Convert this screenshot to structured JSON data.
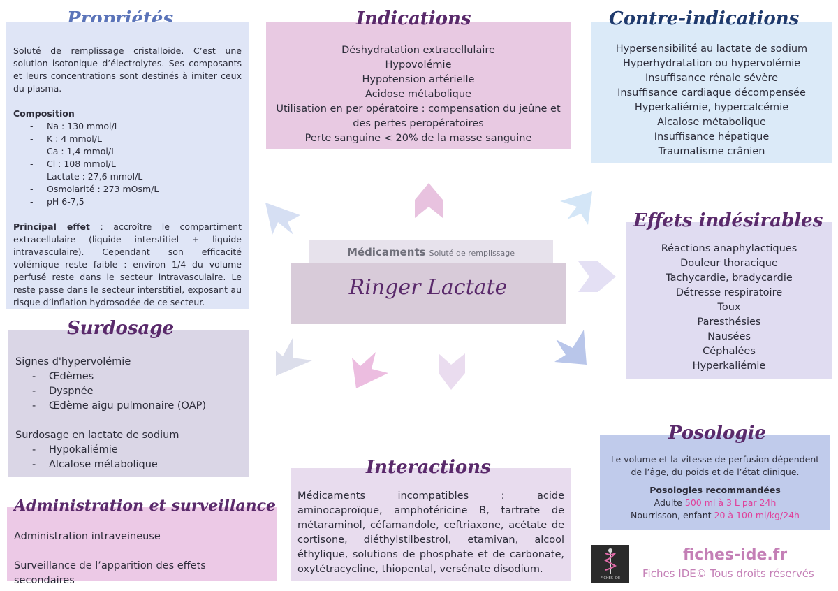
{
  "proprietes": {
    "title": "Propriétés",
    "intro": "Soluté de remplissage cristalloïde. C’est une solution isotonique d’électrolytes. Ses composants et leurs concentrations sont destinés à imiter ceux du plasma.",
    "composition_label": "Composition",
    "composition": [
      "Na : 130 mmol/L",
      "K : 4 mmol/L",
      "Ca : 1,4 mmol/L",
      "Cl : 108 mmol/L",
      "Lactate : 27,6 mmol/L",
      "Osmolarité : 273 mOsm/L",
      "pH 6-7,5"
    ],
    "effet_label": "Principal effet",
    "effet_text": " : accroître le compartiment extracellulaire (liquide interstitiel + liquide intravasculaire). Cependant son efficacité volémique reste faible : environ 1/4 du volume perfusé reste dans le secteur intravasculaire. Le reste passe dans le secteur interstitiel, exposant au risque d’inflation hydrosodée de ce secteur."
  },
  "indications": {
    "title": "Indications",
    "items": [
      "Déshydratation extracellulaire",
      "Hypovolémie",
      "Hypotension artérielle",
      "Acidose métabolique",
      "Utilisation en per opératoire : compensation du jeûne et",
      "des pertes peropératoires",
      "Perte sanguine < 20% de la masse sanguine"
    ]
  },
  "contre_indications": {
    "title": "Contre-indications",
    "items": [
      "Hypersensibilité au lactate de sodium",
      "Hyperhydratation ou hypervolémie",
      "Insuffisance rénale sévère",
      "Insuffisance cardiaque décompensée",
      "Hyperkaliémie, hypercalcémie",
      "Alcalose métabolique",
      "Insuffisance hépatique",
      "Traumatisme crânien"
    ]
  },
  "effets": {
    "title": "Effets indésirables",
    "items": [
      "Réactions anaphylactiques",
      "Douleur thoracique",
      "Tachycardie, bradycardie",
      "Détresse respiratoire",
      "Toux",
      "Paresthésies",
      "Nausées",
      "Céphalées",
      "Hyperkaliémie"
    ]
  },
  "center": {
    "category": "Médicaments",
    "subcategory": "Soluté de remplissage",
    "name": "Ringer Lactate"
  },
  "surdosage": {
    "title": "Surdosage",
    "group1_label": "Signes d'hypervolémie",
    "group1": [
      "Œdèmes",
      "Dyspnée",
      "Œdème aigu pulmonaire (OAP)"
    ],
    "group2_label": "Surdosage en lactate de sodium",
    "group2": [
      "Hypokaliémie",
      "Alcalose métabolique"
    ]
  },
  "administration": {
    "title": "Administration et surveillance",
    "admin_label": "Administration",
    "admin_text": " intraveineuse",
    "surv_label": "Surveillance",
    "surv_text": " de l’apparition des effets secondaires"
  },
  "interactions": {
    "title": "Interactions",
    "label": "Médicaments incompatibles",
    "text": " : acide aminocaproïque, amphotéricine B, tartrate de métaraminol, céfamandole, ceftriaxone, acétate de cortisone, diéthylstilbestrol, etamivan, alcool éthylique, solutions de phosphate et de carbonate, oxytétracycline, thiopental, versénate disodium."
  },
  "posologie": {
    "title": "Posologie",
    "intro_line1": "Le volume et la vitesse de perfusion dépendent",
    "intro_line2": "de l’âge, du poids et de l’état clinique.",
    "reco_label": "Posologies recommandées",
    "adult_label": "Adulte",
    "adult_value": "500 ml à 3 L par 24h",
    "child_label": "Nourrisson, enfant",
    "child_value": "20 à 100 ml/kg/24h"
  },
  "footer": {
    "logo_caption": "FICHES IDE",
    "site": "fiches-ide.fr",
    "copyright": "Fiches IDE© Tous droits réservés"
  },
  "colors": {
    "title_blue": "#5b74b9",
    "title_purple": "#5a2a6b",
    "title_navy": "#1f3a6d",
    "accent_pink": "#e0409a",
    "footer_pink": "#c47fb6"
  }
}
